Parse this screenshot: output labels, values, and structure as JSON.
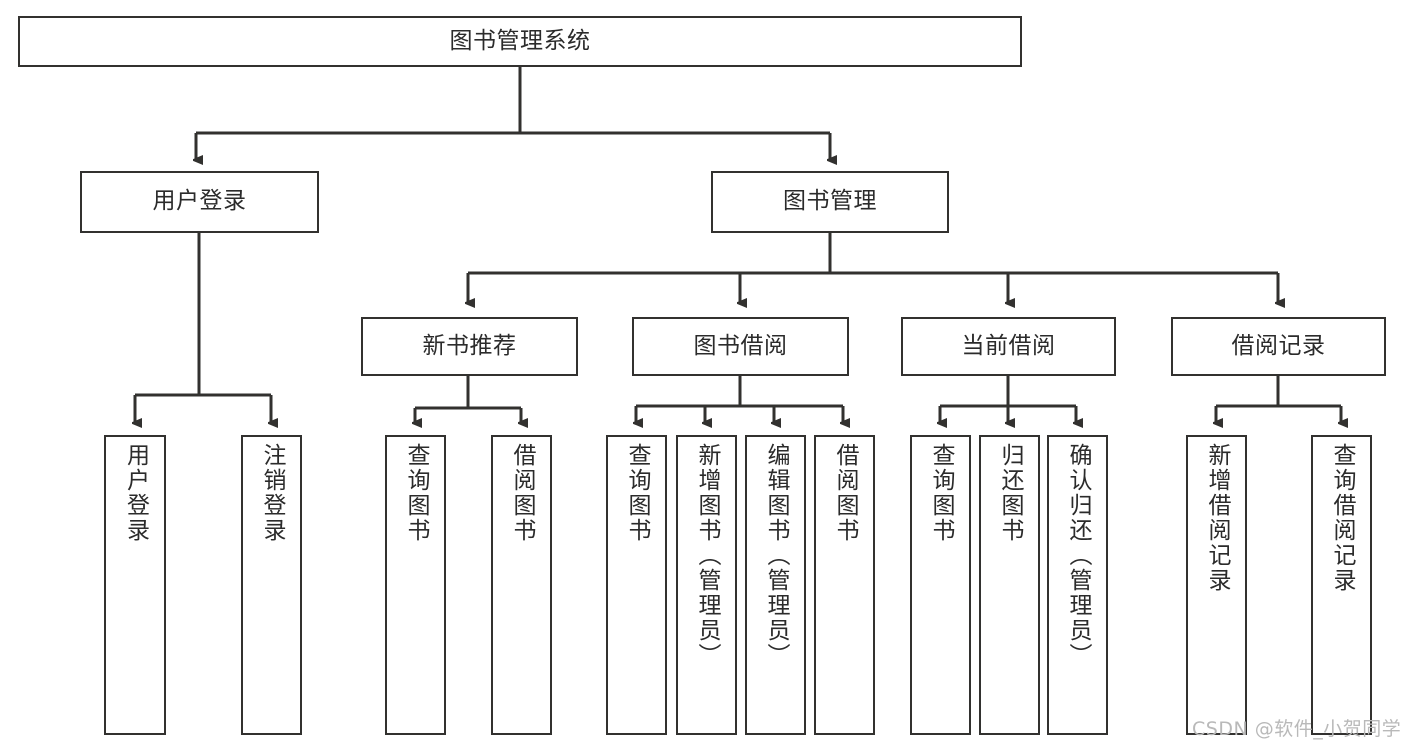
{
  "diagram": {
    "title": "图书管理系统",
    "type": "tree",
    "nodes": {
      "root": {
        "label": "图书管理系统"
      },
      "level2": [
        {
          "id": "user-login",
          "label": "用户登录"
        },
        {
          "id": "book-management",
          "label": "图书管理"
        }
      ],
      "level3": [
        {
          "id": "new-book-recommend",
          "label": "新书推荐"
        },
        {
          "id": "book-borrow",
          "label": "图书借阅"
        },
        {
          "id": "current-borrow",
          "label": "当前借阅"
        },
        {
          "id": "borrow-record",
          "label": "借阅记录"
        }
      ],
      "leaves": {
        "user_login": [
          {
            "id": "leaf-user-login",
            "label": "用户登录"
          },
          {
            "id": "leaf-logout-login",
            "label": "注销登录"
          }
        ],
        "new_book_recommend": [
          {
            "id": "leaf-query-book-1",
            "label": "查询图书"
          },
          {
            "id": "leaf-borrow-book-1",
            "label": "借阅图书"
          }
        ],
        "book_borrow": [
          {
            "id": "leaf-query-book-2",
            "label": "查询图书"
          },
          {
            "id": "leaf-add-book",
            "label": "新增图书（管理员）"
          },
          {
            "id": "leaf-edit-book",
            "label": "编辑图书（管理员）"
          },
          {
            "id": "leaf-borrow-book-2",
            "label": "借阅图书"
          }
        ],
        "current_borrow": [
          {
            "id": "leaf-query-book-3",
            "label": "查询图书"
          },
          {
            "id": "leaf-return-book",
            "label": "归还图书"
          },
          {
            "id": "leaf-confirm-return",
            "label": "确认归还（管理员）"
          }
        ],
        "borrow_record": [
          {
            "id": "leaf-add-record",
            "label": "新增借阅记录"
          },
          {
            "id": "leaf-query-record",
            "label": "查询借阅记录"
          }
        ]
      }
    },
    "colors": {
      "border": "#32312f",
      "text": "#2b2b2b",
      "background": "#ffffff",
      "edge": "#32312f",
      "watermark": "#b9b9b9"
    }
  },
  "watermark": {
    "text": "CSDN @软件_小贺同学"
  }
}
